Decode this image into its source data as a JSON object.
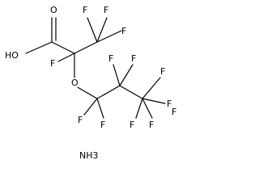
{
  "structure": {
    "labels": {
      "oh": "HO",
      "o_carbonyl": "O",
      "f_alpha": "F",
      "f_cf3_left": "F",
      "f_cf3_top": "F",
      "f_cf3_right": "F",
      "o_ether": "O",
      "f_c1_top": "F",
      "f_c1_bottom": "F",
      "f_c2_left": "F",
      "f_c2_right": "F",
      "f_c3_a": "F",
      "f_c3_b": "F",
      "f_c3_c": "F",
      "f_c2_bottom_left": "F",
      "f_c2_bottom_right": "F"
    },
    "counterion": "NH3"
  }
}
